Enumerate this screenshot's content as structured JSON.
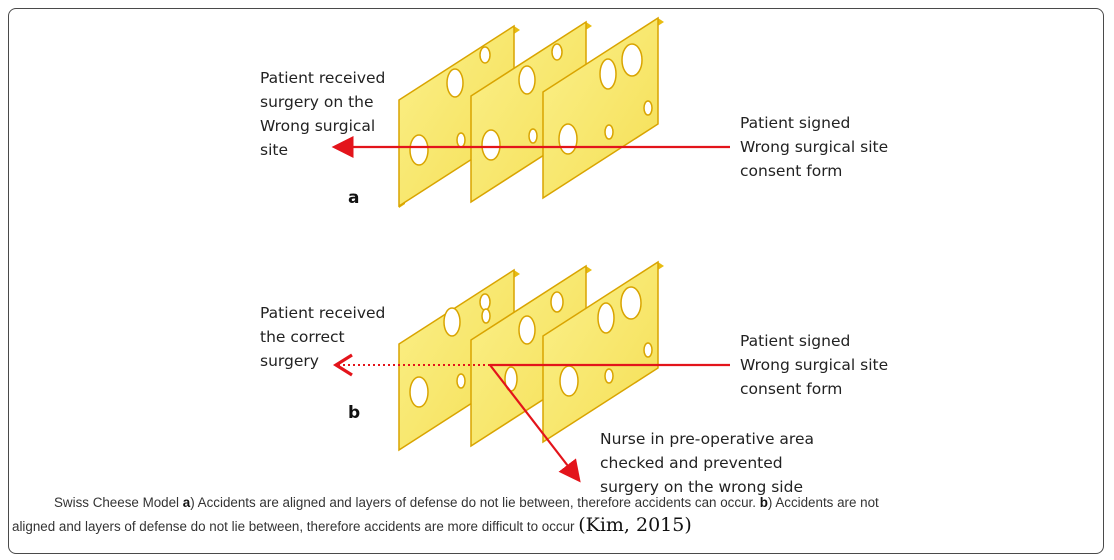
{
  "colors": {
    "cheese_fill": "#F9EC7A",
    "cheese_edge": "#D9A400",
    "cheese_side": "#E0B000",
    "arrow": "#E3141B"
  },
  "panel_a": {
    "letter": "a",
    "left_label": [
      "Patient received",
      "surgery on the",
      "Wrong surgical",
      "site"
    ],
    "right_label": [
      "Patient signed",
      "Wrong surgical site",
      "consent form"
    ]
  },
  "panel_b": {
    "letter": "b",
    "left_label": [
      "Patient received",
      "the correct",
      "surgery"
    ],
    "right_label": [
      "Patient signed",
      "Wrong surgical site",
      "consent form"
    ],
    "bottom_label": [
      "Nurse in pre-operative area",
      "checked and prevented",
      "surgery on the wrong side"
    ]
  },
  "caption": {
    "part1": "Swiss Cheese Model ",
    "a_bold": "a",
    "part2": ") Accidents are aligned and layers of defense do not lie between, therefore accidents can occur. ",
    "b_bold": "b",
    "part3": ") Accidents are not",
    "part4": "aligned and layers of defense do not lie between, therefore accidents are more difficult to occur ",
    "citation": "(Kim, 2015)"
  }
}
